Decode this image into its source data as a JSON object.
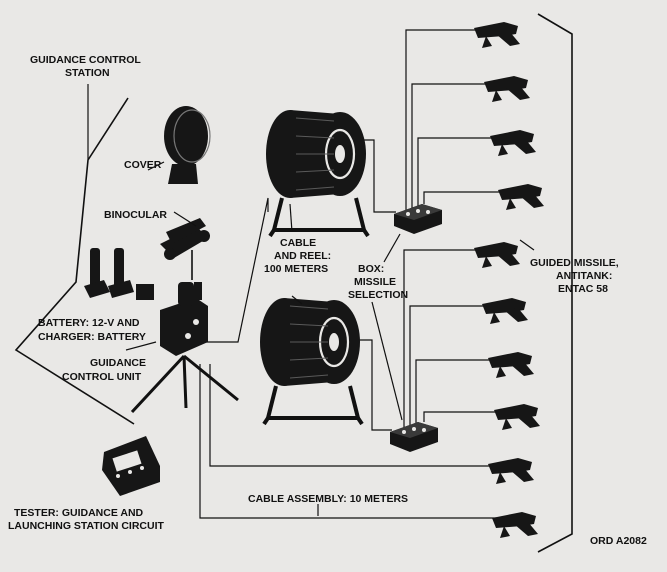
{
  "figure": {
    "labels": {
      "guidance_station_1": "GUIDANCE CONTROL",
      "guidance_station_2": "STATION",
      "cover": "COVER",
      "binocular": "BINOCULAR",
      "battery_1": "BATTERY: 12-V AND",
      "battery_2": "CHARGER: BATTERY",
      "unit_1": "GUIDANCE",
      "unit_2": "CONTROL UNIT",
      "cable_reel_1": "CABLE",
      "cable_reel_2": "AND REEL:",
      "cable_reel_3": "100 METERS",
      "box_1": "BOX:",
      "box_2": "MISSILE",
      "box_3": "SELECTION",
      "missile_1": "GUIDED MISSILE,",
      "missile_2": "ANTITANK:",
      "missile_3": "ENTAC 58",
      "cable_assembly": "CABLE ASSEMBLY: 10 METERS",
      "tester_1": "TESTER: GUIDANCE AND",
      "tester_2": "LAUNCHING STATION CIRCUIT",
      "ref_code": "ORD A2082"
    }
  }
}
